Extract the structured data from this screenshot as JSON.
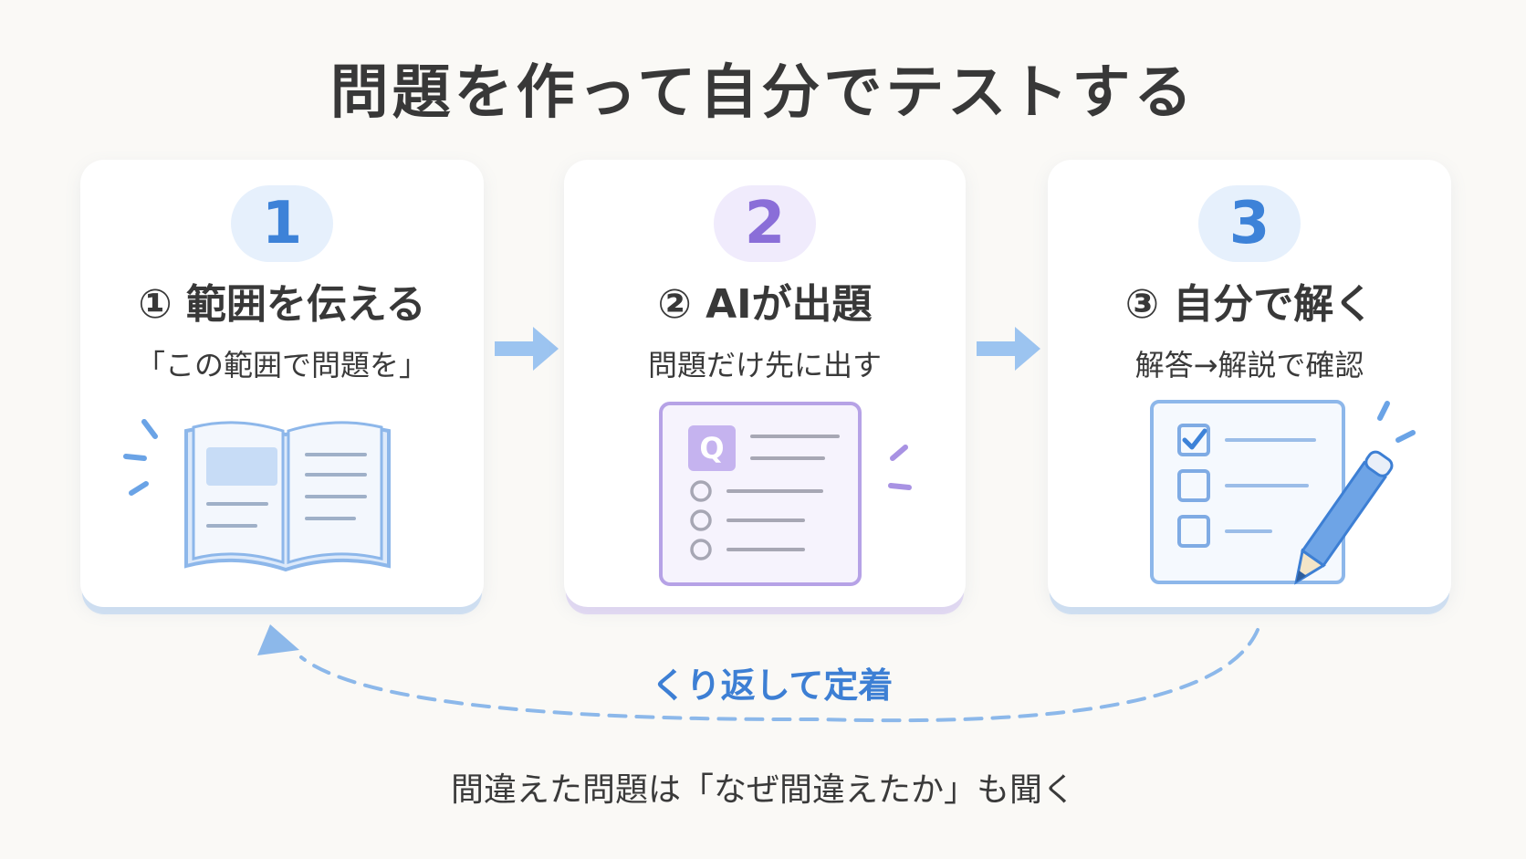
{
  "title": "問題を作って自分でテストする",
  "steps": [
    {
      "number": "1",
      "label": "① 範囲を伝える",
      "sub": "「この範囲で問題を」"
    },
    {
      "number": "2",
      "label": "② AIが出題",
      "sub": "問題だけ先に出す",
      "icon_text": "Q"
    },
    {
      "number": "3",
      "label": "③ 自分で解く",
      "sub": "解答→解説で確認"
    }
  ],
  "loop_label": "くり返して定着",
  "footer": "間違えた問題は「なぜ間違えたか」も聞く",
  "colors": {
    "blue": "#3d82d8",
    "purple": "#8a6ed8",
    "background": "#faf9f6"
  }
}
